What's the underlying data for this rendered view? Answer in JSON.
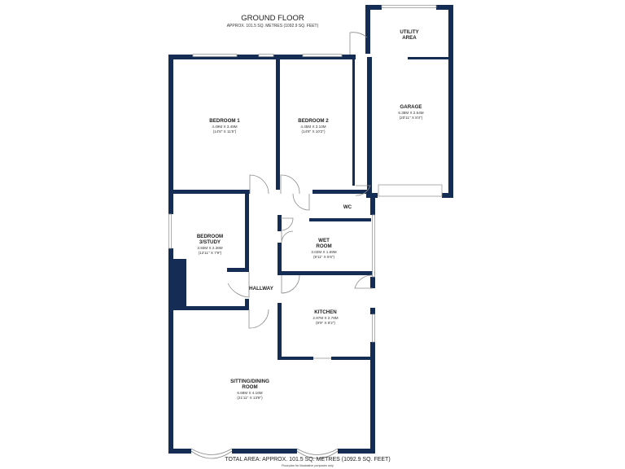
{
  "header": {
    "title": "GROUND FLOOR",
    "subtitle": "APPROX. 101.5 SQ. METRES (1092.9 SQ. FEET)"
  },
  "rooms": {
    "bedroom1": {
      "name": "BEDROOM 1",
      "dims_m": "4.49M X 3.49M",
      "dims_ft": "(14'8\" X 11'5\")"
    },
    "bedroom2": {
      "name": "BEDROOM 2",
      "dims_m": "4.45M X 3.10M",
      "dims_ft": "(14'8\" X 10'2\")"
    },
    "garage": {
      "name": "GARAGE",
      "dims_m": "6.38M X 2.54M",
      "dims_ft": "(20'11\" X 8'4\")"
    },
    "utility": {
      "name_line1": "UTILITY",
      "name_line2": "AREA"
    },
    "bedroom3": {
      "name_line1": "BEDROOM",
      "name_line2": "3/STUDY",
      "dims_m": "3.93M X 2.36M",
      "dims_ft": "(12'11\" X 7'9\")"
    },
    "wc": {
      "name": "WC"
    },
    "wetroom": {
      "name_line1": "WET",
      "name_line2": "ROOM",
      "dims_m": "3.02M X 1.69M",
      "dims_ft": "(9'11\" X 5'6\")"
    },
    "hallway": {
      "name": "HALLWAY"
    },
    "kitchen": {
      "name": "KITCHEN",
      "dims_m": "2.97M X 2.78M",
      "dims_ft": "(9'9\" X 9'2\")"
    },
    "sitting": {
      "name_line1": "SITTING/DINING",
      "name_line2": "ROOM",
      "dims_m": "6.68M X 4.16M",
      "dims_ft": "(21'11\" X 13'8\")"
    }
  },
  "footer": {
    "total": "TOTAL AREA: APPROX. 101.5 SQ. METRES (1092.9 SQ. FEET)",
    "note": "Floorplan for illustrative purposes only"
  },
  "colors": {
    "wall": "#152d55",
    "background": "#ffffff"
  }
}
